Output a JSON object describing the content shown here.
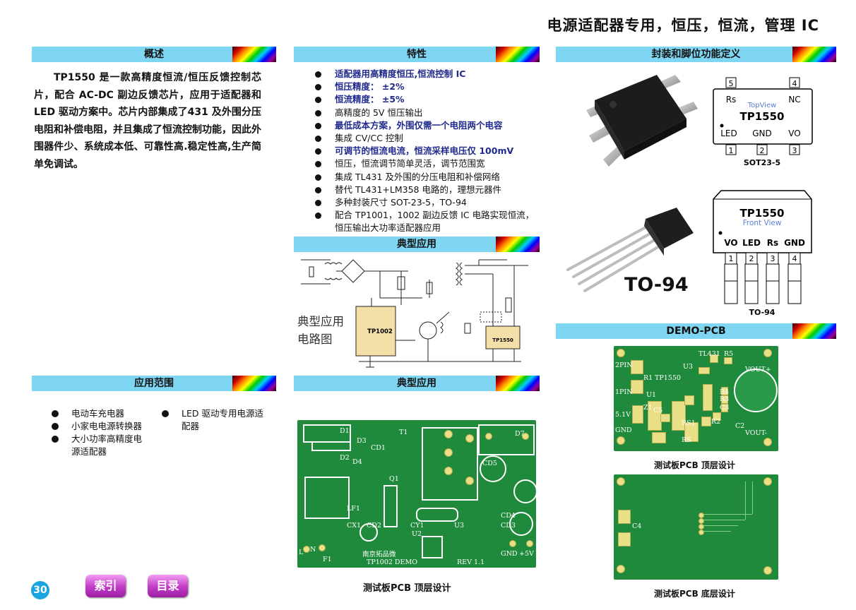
{
  "page_title": "电源适配器专用，恒压，恒流，管理 IC",
  "sections": {
    "overview": "概述",
    "features": "特性",
    "package": "封装和脚位功能定义",
    "typical_app_1": "典型应用",
    "app_range": "应用范围",
    "typical_app_2": "典型应用",
    "demo_pcb": "DEMO-PCB"
  },
  "overview_text": "TP1550 是一款高精度恒流/恒压反馈控制芯片，配合 AC-DC 副边反馈芯片，应用于适配器和 LED 驱动方案中。芯片内部集成了431 及外围分压电阻和补偿电阻，并且集成了恒流控制功能，因此外围器件少、系统成本低、可靠性高.稳定性高,生产简单免调试。",
  "features": [
    {
      "text": "适配器用高精度恒压,恒流控制 IC",
      "blue": true
    },
    {
      "text": "恒压精度： ±2%",
      "blue": true
    },
    {
      "text": "恒流精度： ±5%",
      "blue": true
    },
    {
      "text": "高精度的 5V 恒压输出",
      "blue": false
    },
    {
      "text": "最低成本方案，外围仅需一个电阻两个电容",
      "blue": true
    },
    {
      "text": "集成 CV/CC 控制",
      "blue": false
    },
    {
      "text": "可调节的恒流电流，恒流采样电压仅 100mV",
      "blue": true
    },
    {
      "text": "恒压，恒流调节简单灵活，调节范围宽",
      "blue": false
    },
    {
      "text": "集成 TL431 及外围的分压电阻和补偿网络",
      "blue": false
    },
    {
      "text": "替代 TL431+LM358 电路的，理想元器件",
      "blue": false
    },
    {
      "text": "多种封装尺寸 SOT-23-5，TO-94",
      "blue": false
    },
    {
      "text": "配合 TP1001，1002 副边反馈 IC 电路实现恒流，恒压输出大功率适配器应用",
      "blue": false
    }
  ],
  "sot23": {
    "top_pins": [
      "5",
      "4"
    ],
    "top_labels": [
      "Rs",
      "NC"
    ],
    "view": "TopView",
    "chip": "TP1550",
    "bottom_labels": [
      "LED",
      "GND",
      "VO"
    ],
    "bottom_pins": [
      "1",
      "2",
      "3"
    ],
    "caption": "SOT23-5"
  },
  "to94": {
    "big_label": "TO-94",
    "chip": "TP1550",
    "view": "Front View",
    "labels": [
      "VO",
      "LED",
      "Rs",
      "GND"
    ],
    "pins": [
      "1",
      "2",
      "3",
      "4"
    ],
    "caption": "TO-94"
  },
  "circuit": {
    "caption_line1": "典型应用",
    "caption_line2": "电路图",
    "ic1": "TP1002",
    "ic2": "TP1550"
  },
  "app_range": [
    "电动车充电器",
    "小家电电源转换器",
    "大小功率高精度电源适配器",
    "LED 驱动专用电源适配器"
  ],
  "pcb_main": {
    "labels": [
      "D1",
      "D3",
      "CD1",
      "T1",
      "D7",
      "D2",
      "D4",
      "CD5",
      "Q1",
      "LF1",
      "CD4",
      "CD3",
      "CX1",
      "CD2",
      "CY1",
      "U2",
      "U3",
      "L",
      "N",
      "F1",
      "南京拓品微",
      "TP1002 DEMO",
      "REV 1.1",
      "GND",
      "+5V"
    ],
    "caption": "测试板PCB 顶层设计"
  },
  "pcb_top": {
    "labels": [
      "TL431",
      "R5",
      "U3",
      "2PIN",
      "R1",
      "TP1550",
      "VOUT+",
      "1PIN",
      "U1",
      "R4",
      "R3",
      "C3",
      "5.1V",
      "Z1",
      "C5",
      "RS1",
      "R2",
      "C2",
      "GND",
      "RS",
      "VOUT-"
    ],
    "caption": "测试板PCB 顶层设计"
  },
  "pcb_bottom": {
    "labels": [
      "C4"
    ],
    "caption": "测试板PCB 底层设计"
  },
  "footer": {
    "page_number": "30",
    "index_button": "索引",
    "toc_button": "目录"
  }
}
